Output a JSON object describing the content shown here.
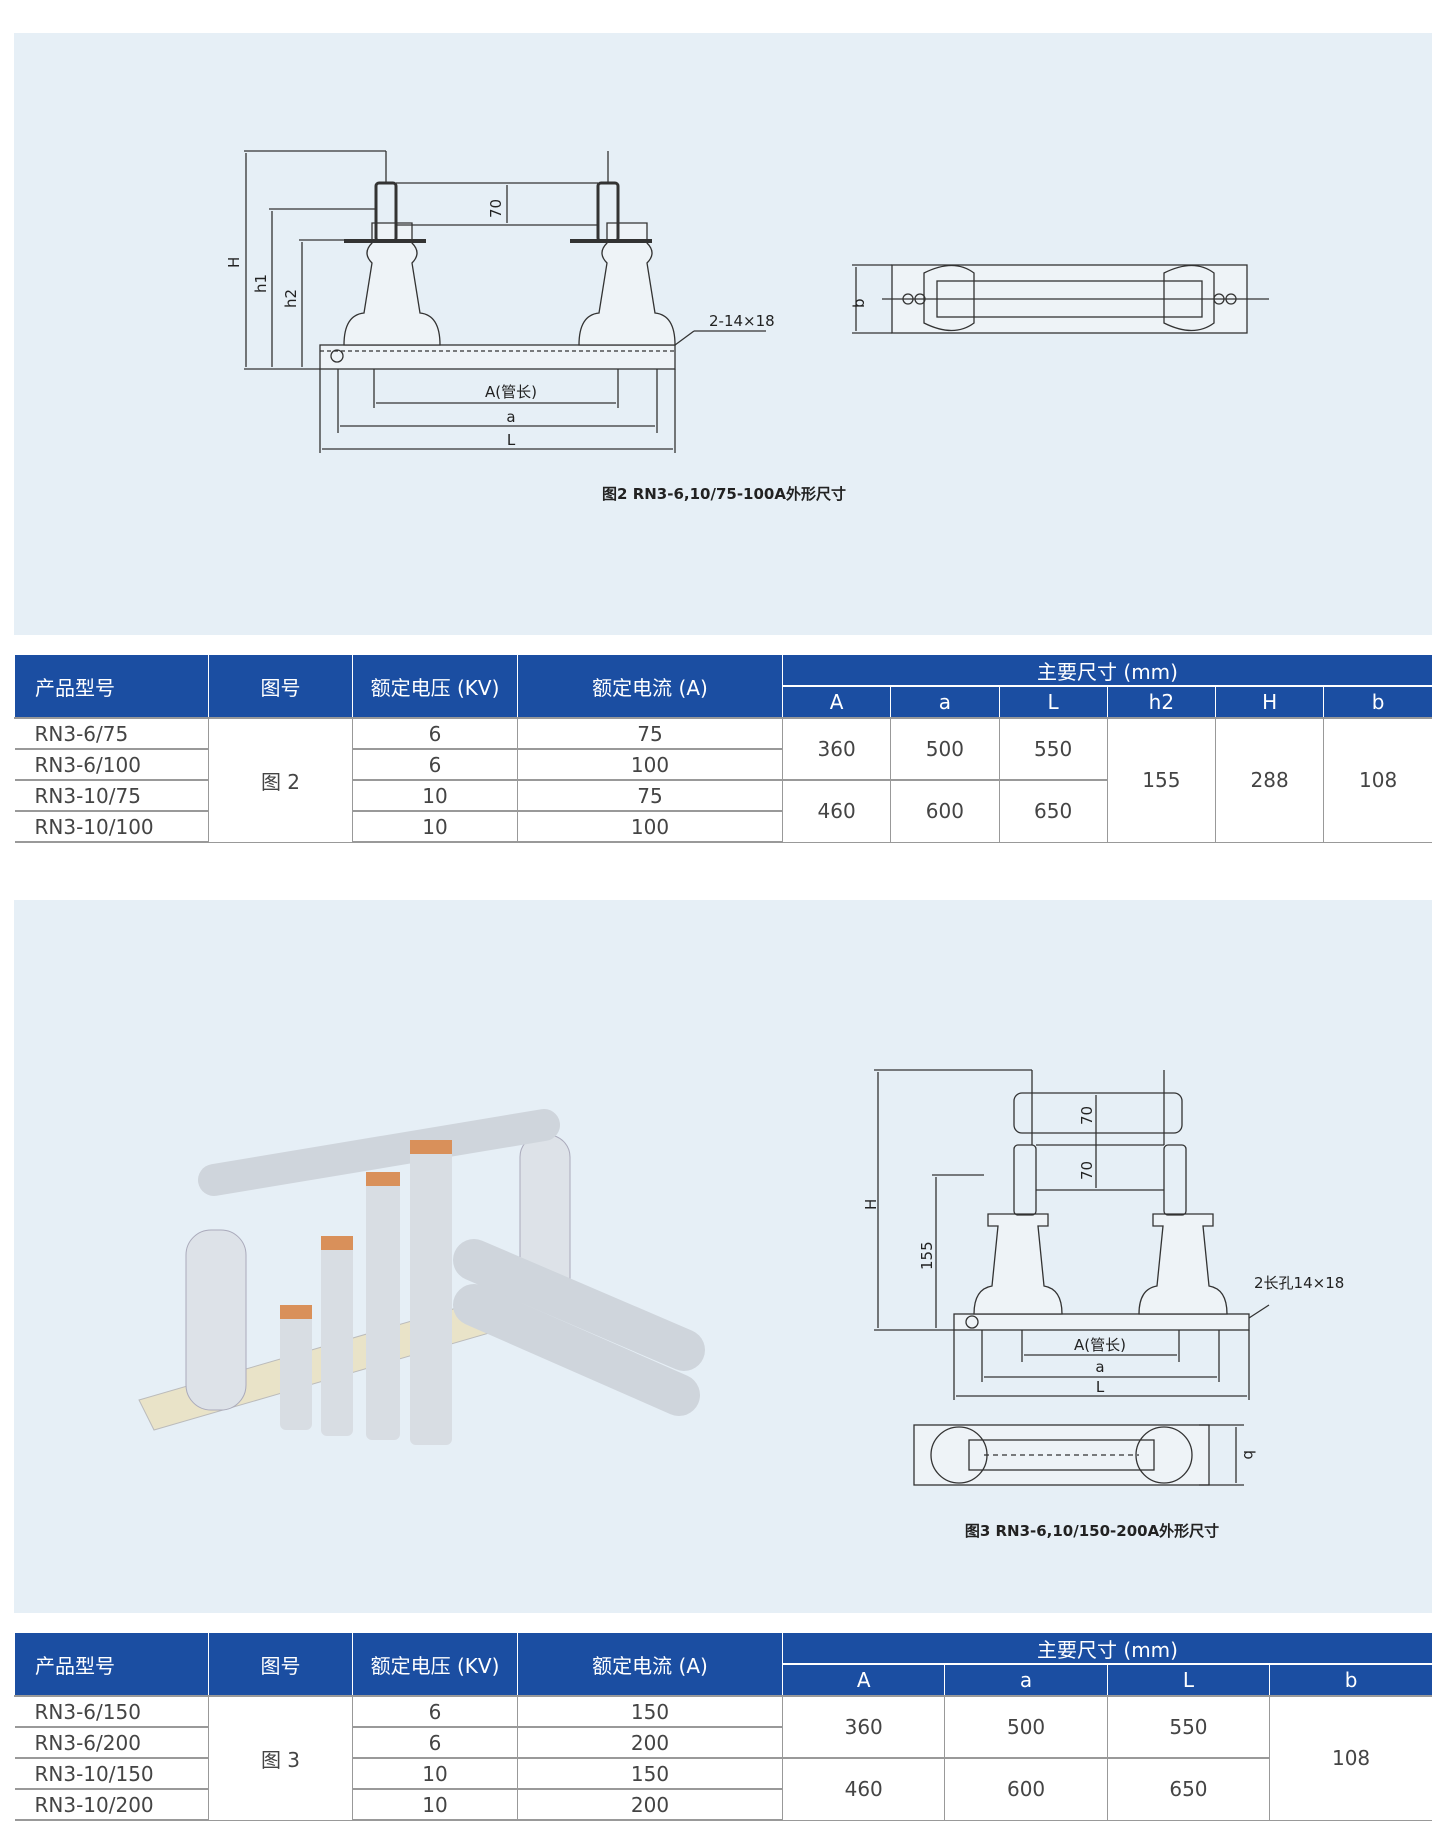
{
  "figure2": {
    "caption": "图2 RN3-6,10/75-100A外形尺寸",
    "labels": {
      "H": "H",
      "h1": "h1",
      "h2": "h2",
      "seventy": "70",
      "A": "A(管长)",
      "a": "a",
      "L": "L",
      "hole": "2-14×18",
      "b": "b"
    }
  },
  "table1": {
    "headers": {
      "model": "产品型号",
      "fig": "图号",
      "voltage": "额定电压 (KV)",
      "current": "额定电流 (A)",
      "dims": "主要尺寸 (mm)",
      "sub": [
        "A",
        "a",
        "L",
        "h2",
        "H",
        "b"
      ]
    },
    "fig": "图 2",
    "rows": [
      {
        "model": "RN3-6/75",
        "v": "6",
        "c": "75"
      },
      {
        "model": "RN3-6/100",
        "v": "6",
        "c": "100"
      },
      {
        "model": "RN3-10/75",
        "v": "10",
        "c": "75"
      },
      {
        "model": "RN3-10/100",
        "v": "10",
        "c": "100"
      }
    ],
    "dim_groups": [
      {
        "A": "360",
        "a": "500",
        "L": "550"
      },
      {
        "A": "460",
        "a": "600",
        "L": "650"
      }
    ],
    "h2": "155",
    "H": "288",
    "b": "108"
  },
  "figure3": {
    "caption": "图3 RN3-6,10/150-200A外形尺寸",
    "labels": {
      "H": "H",
      "h155": "155",
      "seventy1": "70",
      "seventy2": "70",
      "A": "A(管长)",
      "a": "a",
      "L": "L",
      "hole": "2长孔14×18",
      "b": "b"
    }
  },
  "table2": {
    "headers": {
      "model": "产品型号",
      "fig": "图号",
      "voltage": "额定电压 (KV)",
      "current": "额定电流 (A)",
      "dims": "主要尺寸 (mm)",
      "sub": [
        "A",
        "a",
        "L",
        "b"
      ]
    },
    "fig": "图 3",
    "rows": [
      {
        "model": "RN3-6/150",
        "v": "6",
        "c": "150"
      },
      {
        "model": "RN3-6/200",
        "v": "6",
        "c": "200"
      },
      {
        "model": "RN3-10/150",
        "v": "10",
        "c": "150"
      },
      {
        "model": "RN3-10/200",
        "v": "10",
        "c": "200"
      }
    ],
    "dim_groups": [
      {
        "A": "360",
        "a": "500",
        "L": "550"
      },
      {
        "A": "460",
        "a": "600",
        "L": "650"
      }
    ],
    "b": "108"
  }
}
